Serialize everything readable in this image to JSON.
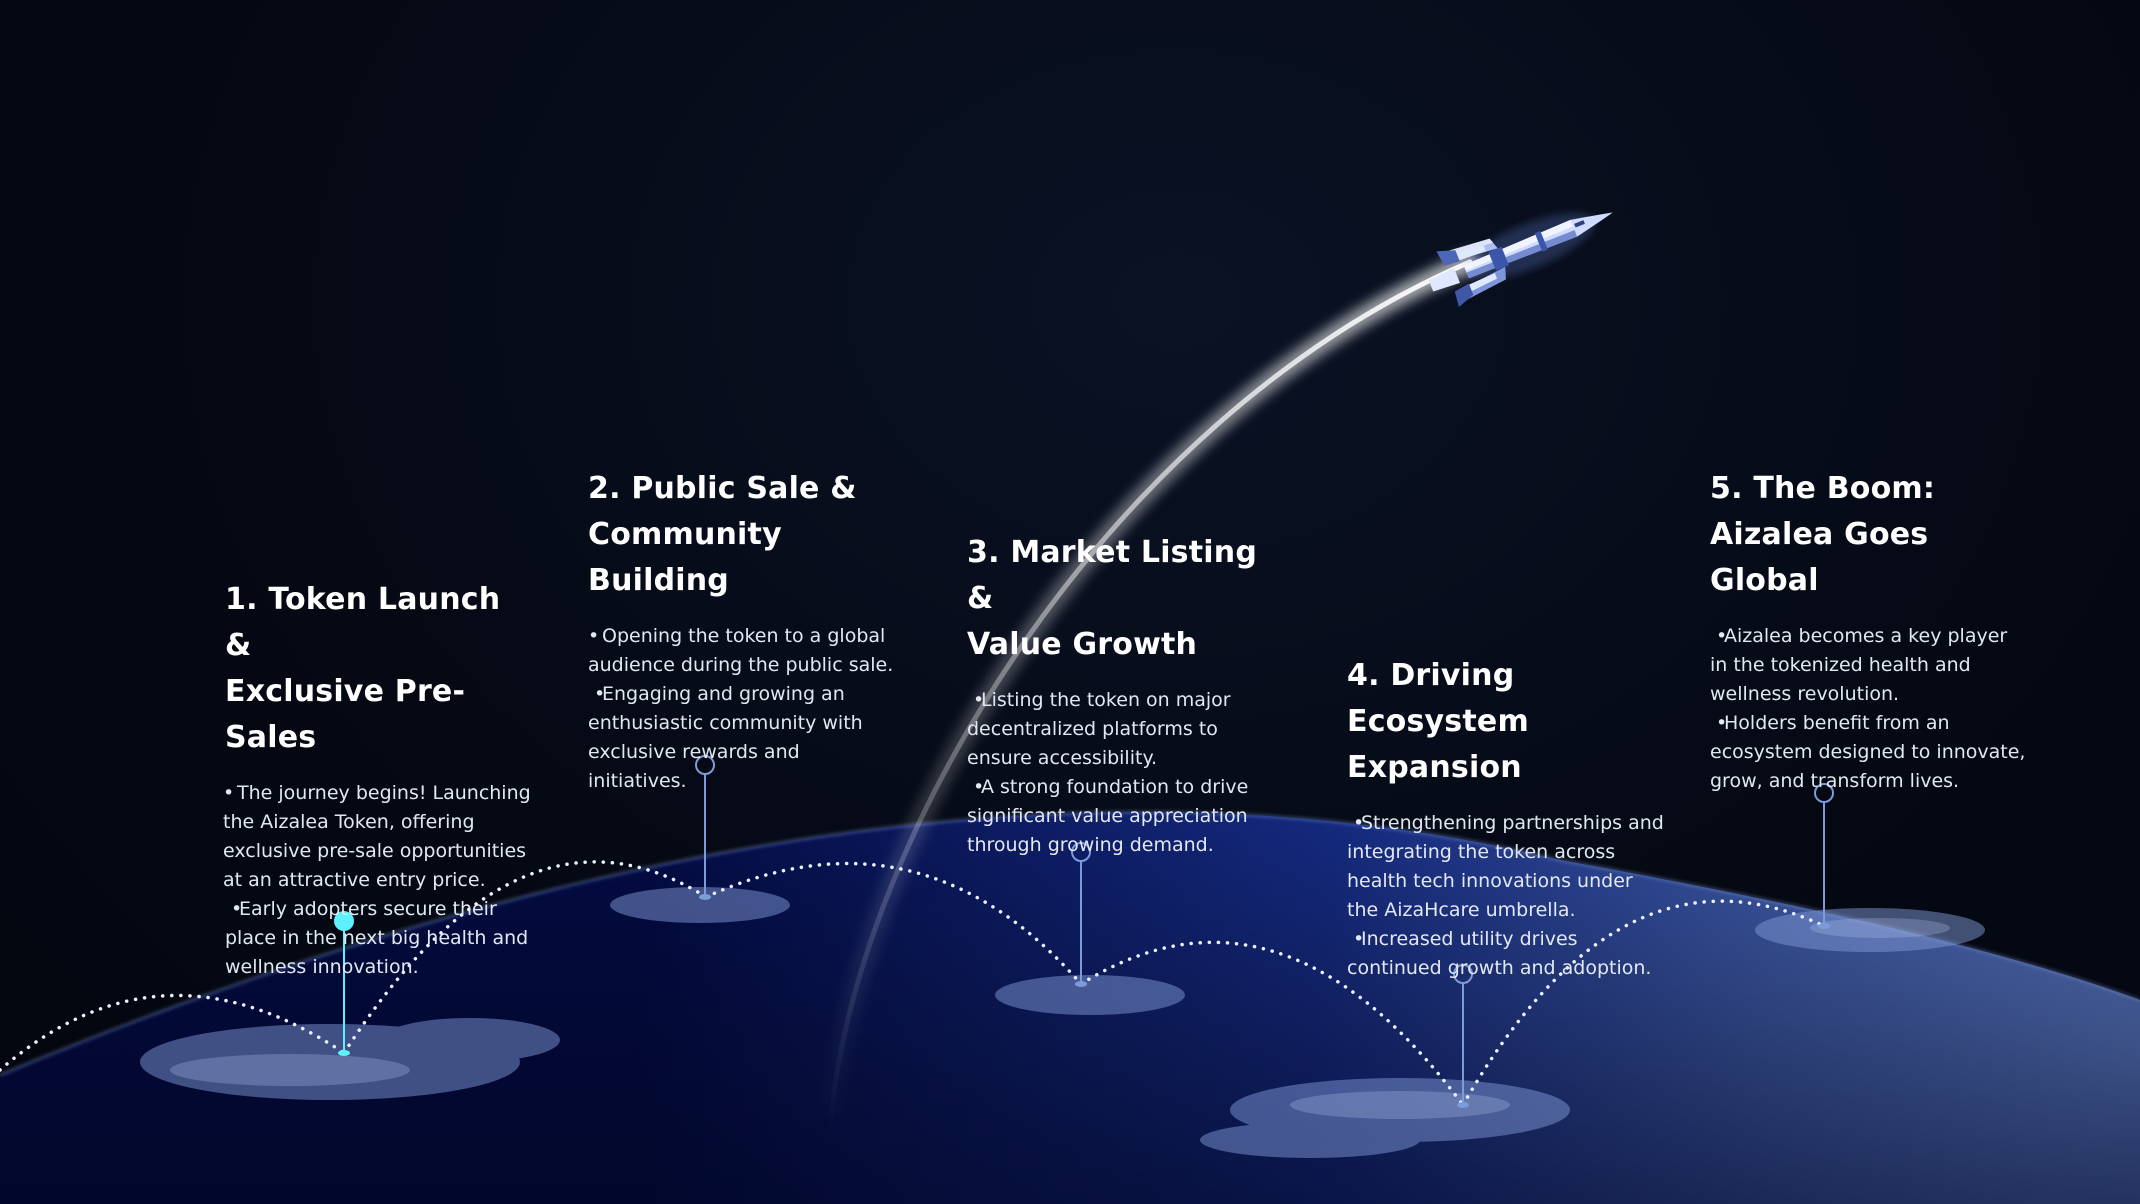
{
  "colors": {
    "background": "#050a16",
    "globe_light": "#4d69b3",
    "globe_dark": "#020833",
    "marker_active": "#5ff0ff",
    "marker": "#7c9bd9",
    "trail": "#ffffff"
  },
  "icons": {
    "rocket": "rocket-icon",
    "pin": "pin-marker-icon"
  },
  "steps": [
    {
      "title_line1": "1. Token Launch &",
      "title_line2": "Exclusive Pre-Sales",
      "bullets": [
        "The journey begins! Launching the Aizalea Token, offering exclusive pre-sale opportunities at an attractive entry price.",
        "Early adopters secure their place in the next big health and wellness innovation."
      ],
      "active": true
    },
    {
      "title_line1": "2. Public Sale &",
      "title_line2": "Community Building",
      "bullets": [
        "Opening the token to a global audience during the public sale.",
        "Engaging and growing an enthusiastic community with exclusive rewards and initiatives."
      ],
      "active": false
    },
    {
      "title_line1": "3. Market Listing &",
      "title_line2": "Value Growth",
      "bullets": [
        "Listing the token on major decentralized platforms to ensure accessibility.",
        "A strong foundation to drive significant value appreciation through growing demand."
      ],
      "active": false
    },
    {
      "title_line1": "4. Driving Ecosystem",
      "title_line2": "Expansion",
      "bullets": [
        "Strengthening partnerships and integrating the token across health tech innovations under the AizaHcare umbrella.",
        "Increased utility drives continued growth and adoption."
      ],
      "active": false
    },
    {
      "title_line1": "5. The Boom:",
      "title_line2": "Aizalea Goes Global",
      "bullets": [
        "Aizalea becomes a key player in the tokenized health and wellness revolution.",
        "Holders benefit from an ecosystem designed to innovate, grow, and transform lives."
      ],
      "active": false
    }
  ]
}
